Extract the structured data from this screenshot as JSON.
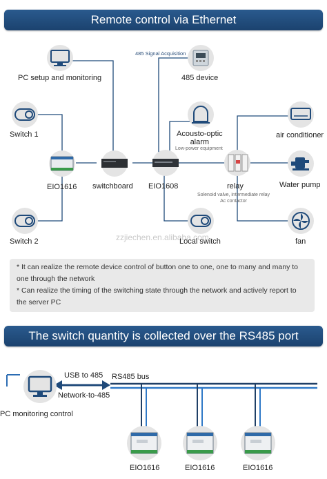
{
  "section1": {
    "title": "Remote control via Ethernet",
    "labels": {
      "pc": "PC setup and monitoring",
      "signal": "485 Signal Acquisition",
      "device485": "485 device",
      "switch1": "Switch 1",
      "alarm": "Acousto-optic\nalarm",
      "low_power": "Low-power equipment",
      "air": "air conditioner",
      "eio1616": "EIO1616",
      "switchboard": "switchboard",
      "eio1608": "EIO1608",
      "relay": "relay",
      "pump": "Water pump",
      "relay_note": "Solenoid valve, intermediate relay\nAc contactor",
      "switch2": "Switch 2",
      "local": "Local switch",
      "fan": "fan"
    },
    "watermark": "zzjiechen.en.alibaba.com",
    "notes": [
      "* It can realize the remote device control of button one to one, one to many and many to one through the network",
      "* Can realize the timing of the switching state through the network and actively report to the server PC"
    ]
  },
  "section2": {
    "title": "The switch quantity is collected over the RS485 port",
    "usb": "USB to 485",
    "network": "Network-to-485",
    "bus": "RS485 bus",
    "pc": "PC monitoring control",
    "devices": [
      "EIO1616",
      "EIO1616",
      "EIO1616"
    ]
  },
  "colors": {
    "banner": "#1f4a7a",
    "line": "#2b6cb3",
    "node": "#e4e4e4"
  }
}
